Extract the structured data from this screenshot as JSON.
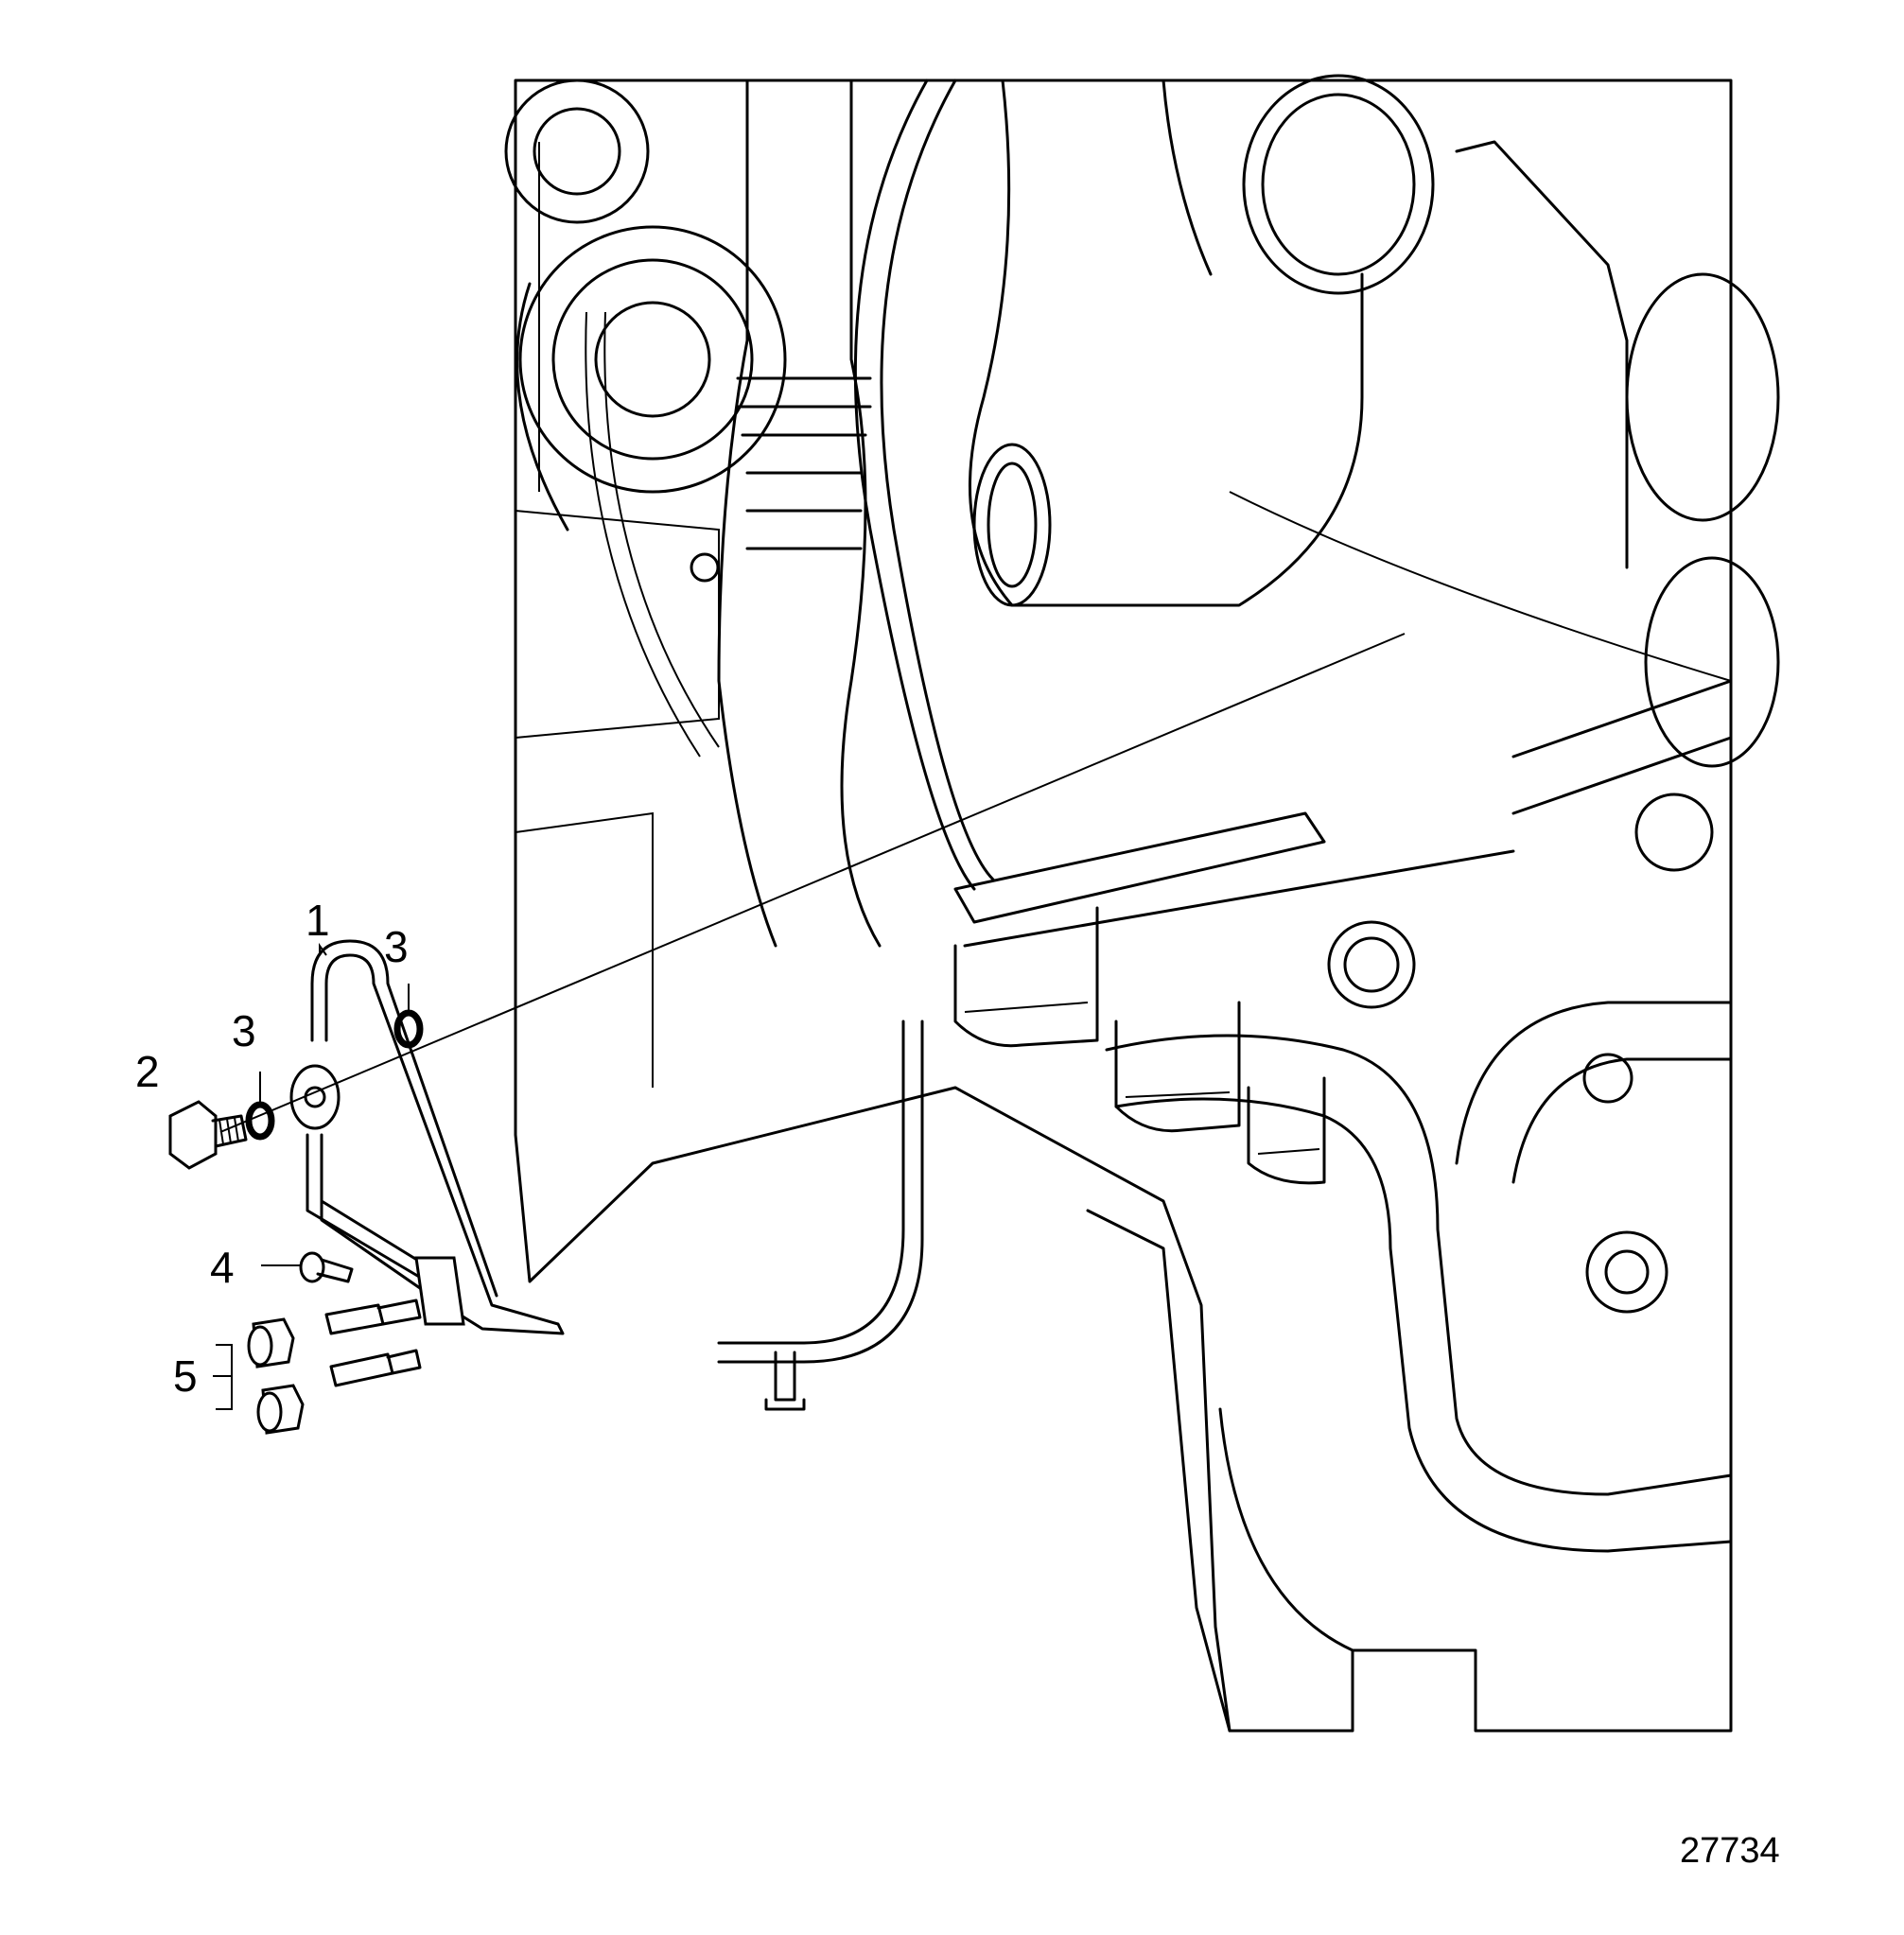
{
  "diagram": {
    "callouts": [
      "1",
      "2",
      "3",
      "3",
      "4",
      "5"
    ],
    "figure_number": "27734"
  },
  "colors": {
    "line": "#000000",
    "background": "#ffffff"
  }
}
